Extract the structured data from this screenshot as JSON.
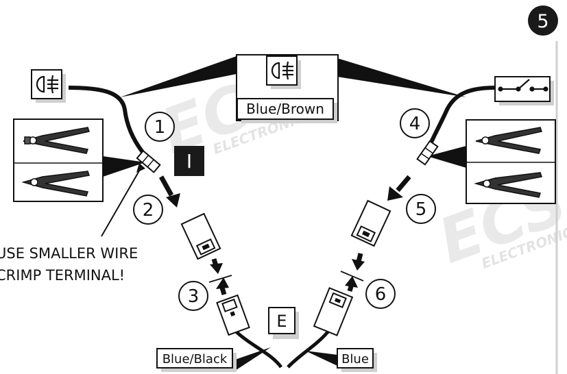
{
  "page_number": "5",
  "wire_labels": {
    "center_top": "Blue/Brown",
    "bottom_left": "Blue/Black",
    "bottom_right": "Blue"
  },
  "steps": [
    "1",
    "2",
    "3",
    "4",
    "5",
    "6"
  ],
  "markers": {
    "i_box": "I",
    "e_box": "E"
  },
  "warning": {
    "line1": "USE SMALLER WIRE",
    "line2": "CRIMP TERMINAL!"
  },
  "watermark": {
    "brand": "ECS",
    "sub": "ELECTRONICS"
  },
  "icons": {
    "fog_light": "fog-lamp-icon",
    "switch": "switch-icon",
    "crimper": "crimping-tool-icon"
  },
  "colors": {
    "ink": "#111111",
    "badge": "#1a1a1a",
    "watermark": "#d8d8d8",
    "shadow": "#cfcfcf"
  }
}
